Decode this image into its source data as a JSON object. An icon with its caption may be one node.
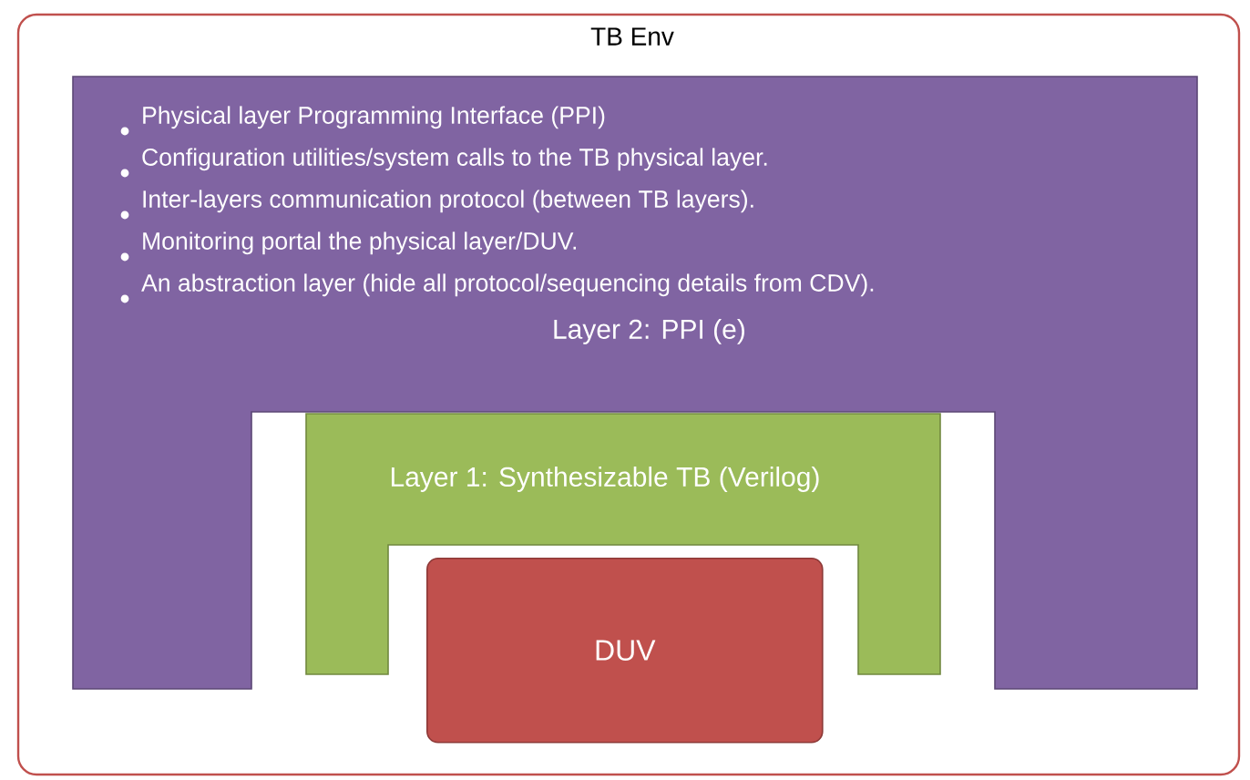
{
  "diagram": {
    "nodes": [
      {
        "text": [
          "TB Env"
        ]
      },
      {
        "text": [
          "Physical layer Programming Interface (PPI)",
          "Configuration utilities/system calls to the TB physical layer.",
          "Inter-layers communication protocol (between TB layers).",
          "Monitoring portal the physical layer/DUV.",
          "An abstraction layer (hide all protocol/sequencing details from CDV).",
          "Layer 2: PPI (e)"
        ],
        "in": 0
      },
      {
        "text": [
          "Layer 1: Synthesizable TB (Verilog)"
        ],
        "in": 0
      },
      {
        "text": [
          "DUV"
        ],
        "in": 0
      }
    ]
  }
}
